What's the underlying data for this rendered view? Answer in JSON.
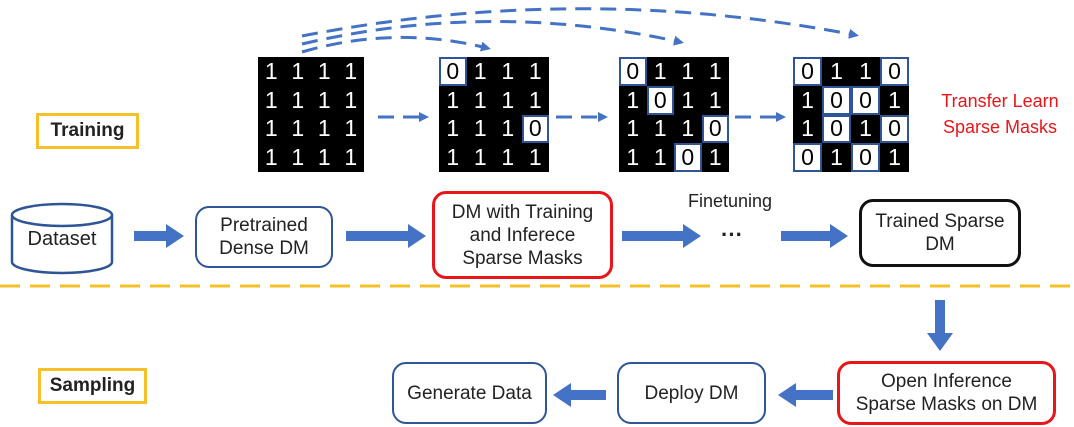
{
  "phases": {
    "training": "Training",
    "sampling": "Sampling"
  },
  "masks": [
    [
      "1",
      "1",
      "1",
      "1",
      "1",
      "1",
      "1",
      "1",
      "1",
      "1",
      "1",
      "1",
      "1",
      "1",
      "1",
      "1"
    ],
    [
      "0",
      "1",
      "1",
      "1",
      "1",
      "1",
      "1",
      "1",
      "1",
      "1",
      "1",
      "0",
      "1",
      "1",
      "1",
      "1"
    ],
    [
      "0",
      "1",
      "1",
      "1",
      "1",
      "0",
      "1",
      "1",
      "1",
      "1",
      "1",
      "0",
      "1",
      "1",
      "0",
      "1"
    ],
    [
      "0",
      "1",
      "1",
      "0",
      "1",
      "0",
      "0",
      "1",
      "1",
      "0",
      "1",
      "0",
      "0",
      "1",
      "0",
      "1"
    ]
  ],
  "transfer_label": {
    "line1": "Transfer Learn",
    "line2": "Sparse Masks"
  },
  "training_flow": {
    "dataset": "Dataset",
    "pretrained": {
      "line1": "Pretrained",
      "line2": "Dense DM"
    },
    "dm_masks": {
      "line1": "DM with Training",
      "line2": "and Inferece",
      "line3": "Sparse Masks"
    },
    "finetuning": "Finetuning",
    "ellipsis": "···",
    "trained": {
      "line1": "Trained Sparse",
      "line2": "DM"
    }
  },
  "sampling_flow": {
    "open_masks": {
      "line1": "Open Inference",
      "line2": "Sparse Masks on DM"
    },
    "deploy": "Deploy DM",
    "generate": "Generate Data"
  },
  "colors": {
    "blue": "#2f5597",
    "arrow": "#4472c4",
    "red": "#e8161b",
    "gold": "#f5c02a"
  }
}
